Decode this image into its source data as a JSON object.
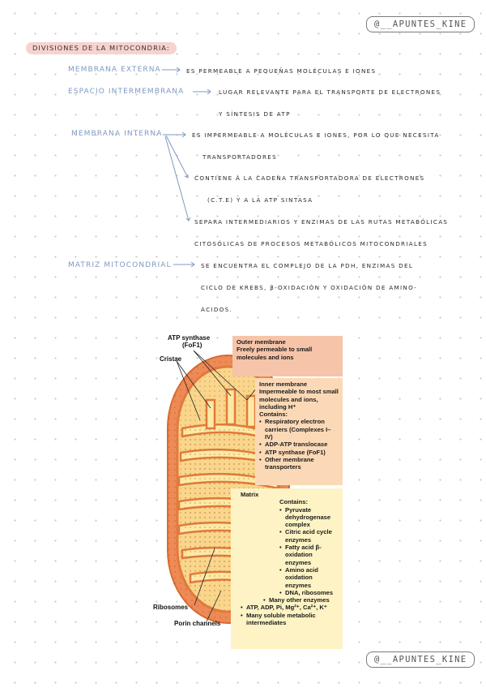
{
  "watermark": "@__APUNTES_KINE",
  "title": "DIVISIONES DE LA MITOCONDRIA:",
  "notes": {
    "t1": "MEMBRANA EXTERNA",
    "t1_l1": "ES PERMEABLE A PEQUEÑAS MOLÉCULAS E IONES",
    "t2": "ESPACIO INTERMEMBRANA",
    "t2_l1": "LUGAR RELEVANTE PARA EL TRANSPORTE DE ELECTRONES",
    "t2_l2": "Y SÍNTESIS DE ATP",
    "t3": "MEMBRANA INTERNA",
    "t3_l1": "ES IMPERMEABLE A MOLÉCULAS E IONES, POR LO QUE NECESITA",
    "t3_l2": "TRANSPORTADORES",
    "t3_l3": "CONTIENE A LA CADENA TRANSPORTADORA DE ELECTRONES",
    "t3_l4": "(C.T.E) Y A LA ATP SINTASA",
    "t3_l5": "SEPARA INTERMEDIARIOS Y ENZIMAS DE LAS RUTAS METABÓLICAS",
    "t3_l6": "CITOSÓLICAS DE PROCESOS METABÓLICOS MITOCONDRIALES",
    "t4": "MATRIZ MITOCONDRIAL",
    "t4_l1": "SE ENCUENTRA EL COMPLEJO DE LA PDH, ENZIMAS DEL",
    "t4_l2": "CICLO DE KREBS, β-OXIDACIÓN Y OXIDACIÓN DE AMINO-",
    "t4_l3": "ÁCIDOS."
  },
  "figure": {
    "atp_label_1": "ATP synthase",
    "atp_label_2": "(FoF1)",
    "cristae_label": "Cristae",
    "ribosomes_label": "Ribosomes",
    "porin_label": "Porin channels",
    "outer_title": "Outer membrane",
    "outer_text": "Freely permeable to small molecules and ions",
    "inner_title": "Inner membrane",
    "inner_text": "Impermeable to most small molecules and ions, including H⁺",
    "inner_contains": "Contains:",
    "inner_items": [
      "Respiratory electron carriers (Complexes I–IV)",
      "ADP-ATP translocase",
      "ATP synthase (FoF1)",
      "Other membrane transporters"
    ],
    "matrix_title": "Matrix",
    "matrix_contains": "Contains:",
    "matrix_items": [
      "Pyruvate dehydrogenase complex",
      "Citric acid cycle enzymes",
      "Fatty acid β-oxidation enzymes",
      "Amino acid oxidation enzymes",
      "DNA, ribosomes",
      "Many other enzymes",
      "ATP, ADP, Pi, Mg²⁺, Ca²⁺, K⁺",
      "Many soluble metabolic intermediates"
    ]
  },
  "colors": {
    "term_blue": "#7f9ac0",
    "title_highlight": "#f7d2cf",
    "outer_box": "#f6c4a8",
    "inner_box": "#fbd9b6",
    "matrix_box": "#fdf3c4",
    "membrane_orange": "#e97a45"
  }
}
